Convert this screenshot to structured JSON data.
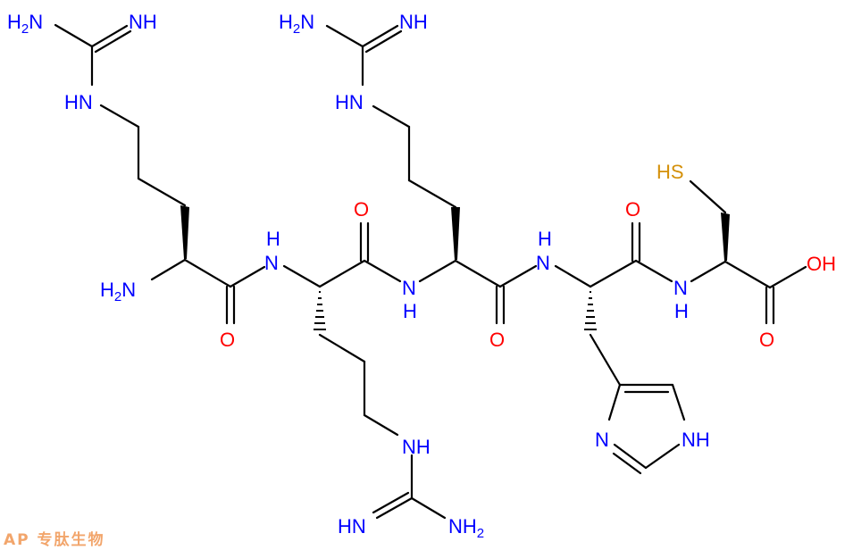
{
  "diagram": {
    "type": "chemical-structure",
    "description": "Peptide skeletal formula Arg-Arg-Arg-His-Cys (RRRHC)",
    "residues": [
      "Arg",
      "Arg",
      "Arg",
      "His",
      "Cys"
    ],
    "colors": {
      "nitrogen": "#0000ff",
      "oxygen": "#ff0000",
      "sulfur": "#d4900a",
      "bond": "#000000",
      "watermark": "#f2a56b"
    },
    "labels": {
      "arg1_guan_nh2": "H2N",
      "arg1_guan_nh": "NH",
      "arg1_guan_hn": "HN",
      "n_term": "H2N",
      "arg1_o": "O",
      "amide1_nh": "NH",
      "arg2_o": "O",
      "arg2_side_nh": "NH",
      "arg2_guan_hn": "HN",
      "arg2_guan_nh2": "NH2",
      "amide2_nh": "NH",
      "arg3_guan_nh2": "H2N",
      "arg3_guan_nh": "NH",
      "arg3_guan_hn": "HN",
      "arg3_o": "O",
      "amide3_nh": "NH",
      "his_o": "O",
      "his_ring_n": "N",
      "his_ring_nh": "NH",
      "amide4_nh": "NH",
      "cys_sh": "HS",
      "cys_oh": "OH",
      "cys_o": "O"
    }
  },
  "watermark": {
    "text": "AP 专肽生物"
  }
}
